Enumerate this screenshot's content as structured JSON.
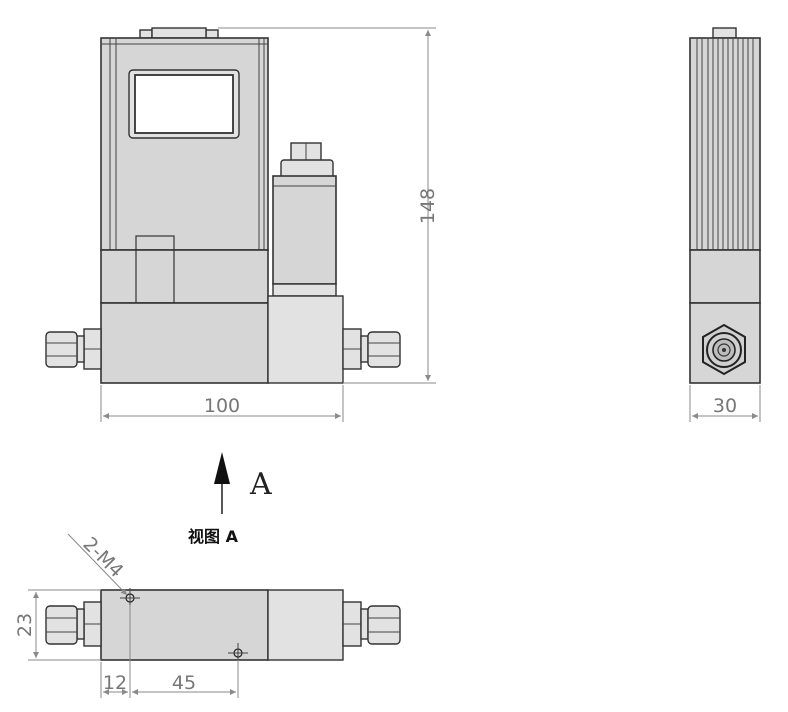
{
  "dimensions": {
    "height": "148",
    "width": "100",
    "depth": "30",
    "bottom_height": "23",
    "offset_left": "12",
    "hole_spacing": "45",
    "holes": "2-M4"
  },
  "view_arrow": {
    "letter": "A"
  },
  "view_label": "视图 A",
  "colors": {
    "body": "#d6d6d6",
    "outline": "#333333",
    "dimension": "#8a8a8a"
  }
}
